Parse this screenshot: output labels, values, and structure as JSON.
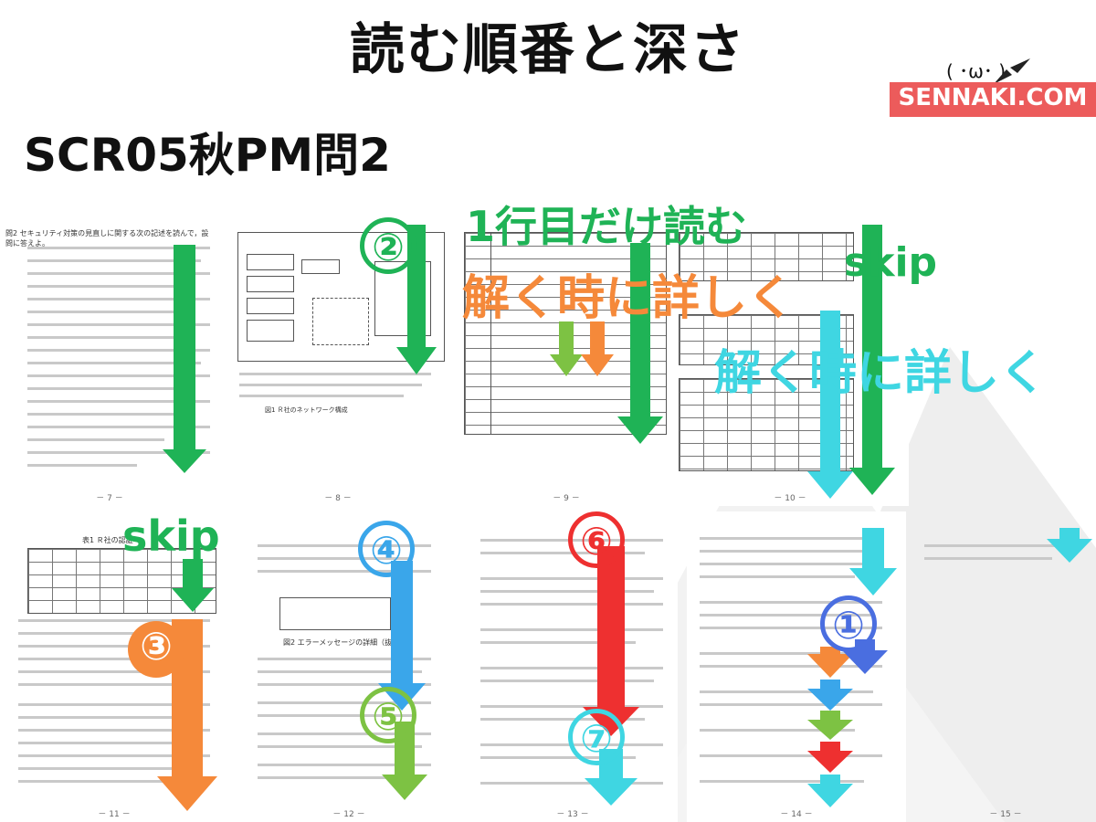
{
  "header": {
    "title": "読む順番と深さ",
    "subtitle": "SCR05秋PM問2"
  },
  "logo": {
    "face": "( ･ω･ )",
    "text": "SENNAKI.COM",
    "brand_color": "#ec5b5b"
  },
  "annotations": {
    "read_first_line": "1行目だけ読む",
    "read_detail_orange": "解く時に詳しく",
    "read_detail_cyan": "解く時に詳しく",
    "skip_top": "skip",
    "skip_bottom": "skip"
  },
  "markers": [
    {
      "label": "②",
      "color": "#1fb356"
    },
    {
      "label": "③",
      "color": "#f5893a"
    },
    {
      "label": "④",
      "color": "#3aa6ea"
    },
    {
      "label": "⑤",
      "color": "#7dc243"
    },
    {
      "label": "⑥",
      "color": "#ee3030"
    },
    {
      "label": "⑦",
      "color": "#3fd6e2"
    },
    {
      "label": "①",
      "color": "#4a6ee0"
    }
  ],
  "pages": [
    {
      "number": "－ 7 －",
      "lead": "問2 セキュリティ対策の見直しに関する次の記述を読んで，設問に答えよ。"
    },
    {
      "number": "－ 8 －",
      "lead": "図1 Ｒ社のネットワーク構成"
    },
    {
      "number": "－ 9 －",
      "lead": ""
    },
    {
      "number": "－ 10 －",
      "lead": ""
    },
    {
      "number": "－ 11 －",
      "lead": "表1 Ｒ社の認証"
    },
    {
      "number": "－ 12 －",
      "lead": "図2 エラーメッセージの詳細（抜粋）"
    },
    {
      "number": "－ 13 －",
      "lead": ""
    },
    {
      "number": "－ 14 －",
      "lead": ""
    },
    {
      "number": "－ 15 －",
      "lead": ""
    }
  ],
  "colors": {
    "green": "#1fb356",
    "orange": "#f5893a",
    "cyan": "#3fd6e2",
    "blue": "#3aa6ea",
    "lime": "#7dc243",
    "red": "#ee3030",
    "indigo": "#4a6ee0"
  }
}
